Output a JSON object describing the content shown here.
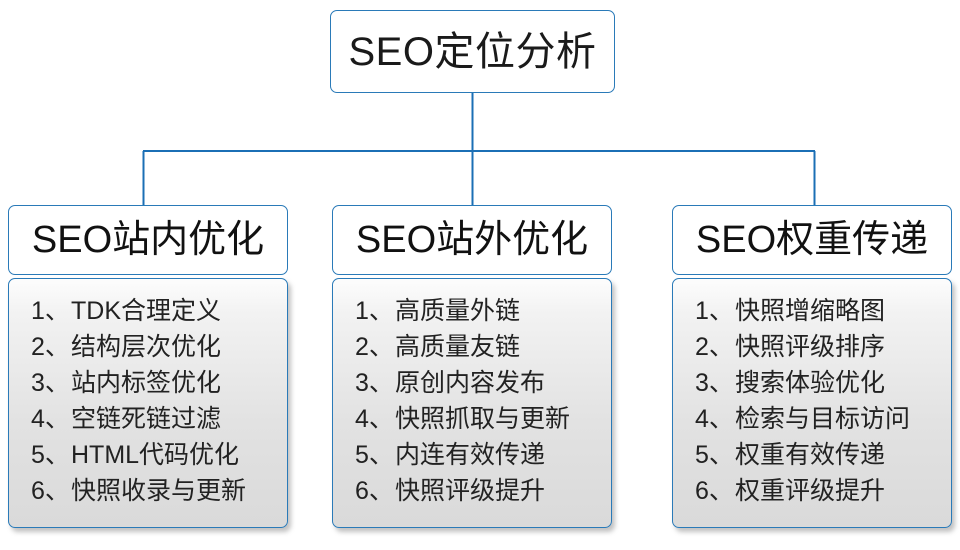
{
  "diagram": {
    "title": "SEO定位分析",
    "accent_color": "#2a7ab8",
    "root": {
      "label": "SEO定位分析"
    },
    "branches": [
      {
        "header": "SEO站内优化",
        "items": [
          {
            "num": "1、",
            "text": "TDK合理定义"
          },
          {
            "num": "2、",
            "text": "结构层次优化"
          },
          {
            "num": "3、",
            "text": "站内标签优化"
          },
          {
            "num": "4、",
            "text": "空链死链过滤"
          },
          {
            "num": "5、",
            "text": "HTML代码优化"
          },
          {
            "num": "6、",
            "text": "快照收录与更新"
          }
        ]
      },
      {
        "header": "SEO站外优化",
        "items": [
          {
            "num": "1、",
            "text": "高质量外链"
          },
          {
            "num": "2、",
            "text": "高质量友链"
          },
          {
            "num": "3、",
            "text": "原创内容发布"
          },
          {
            "num": "4、",
            "text": "快照抓取与更新"
          },
          {
            "num": "5、",
            "text": "内连有效传递"
          },
          {
            "num": "6、",
            "text": "快照评级提升"
          }
        ]
      },
      {
        "header": "SEO权重传递",
        "items": [
          {
            "num": "1、",
            "text": "快照增缩略图"
          },
          {
            "num": "2、",
            "text": "快照评级排序"
          },
          {
            "num": "3、",
            "text": "搜索体验优化"
          },
          {
            "num": "4、",
            "text": "检索与目标访问"
          },
          {
            "num": "5、",
            "text": "权重有效传递"
          },
          {
            "num": "6、",
            "text": "权重评级提升"
          }
        ]
      }
    ]
  }
}
